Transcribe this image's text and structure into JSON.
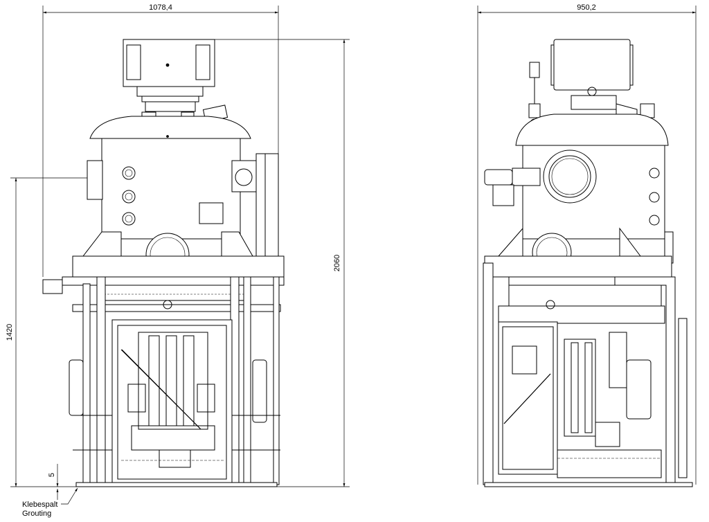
{
  "dimensions": {
    "front_width": "1078,4",
    "side_width": "950,2",
    "total_height": "2060",
    "flange_height": "1420",
    "grout_gap": "5"
  },
  "annotation": {
    "line1": "Klebespalt",
    "line2": "Grouting"
  }
}
